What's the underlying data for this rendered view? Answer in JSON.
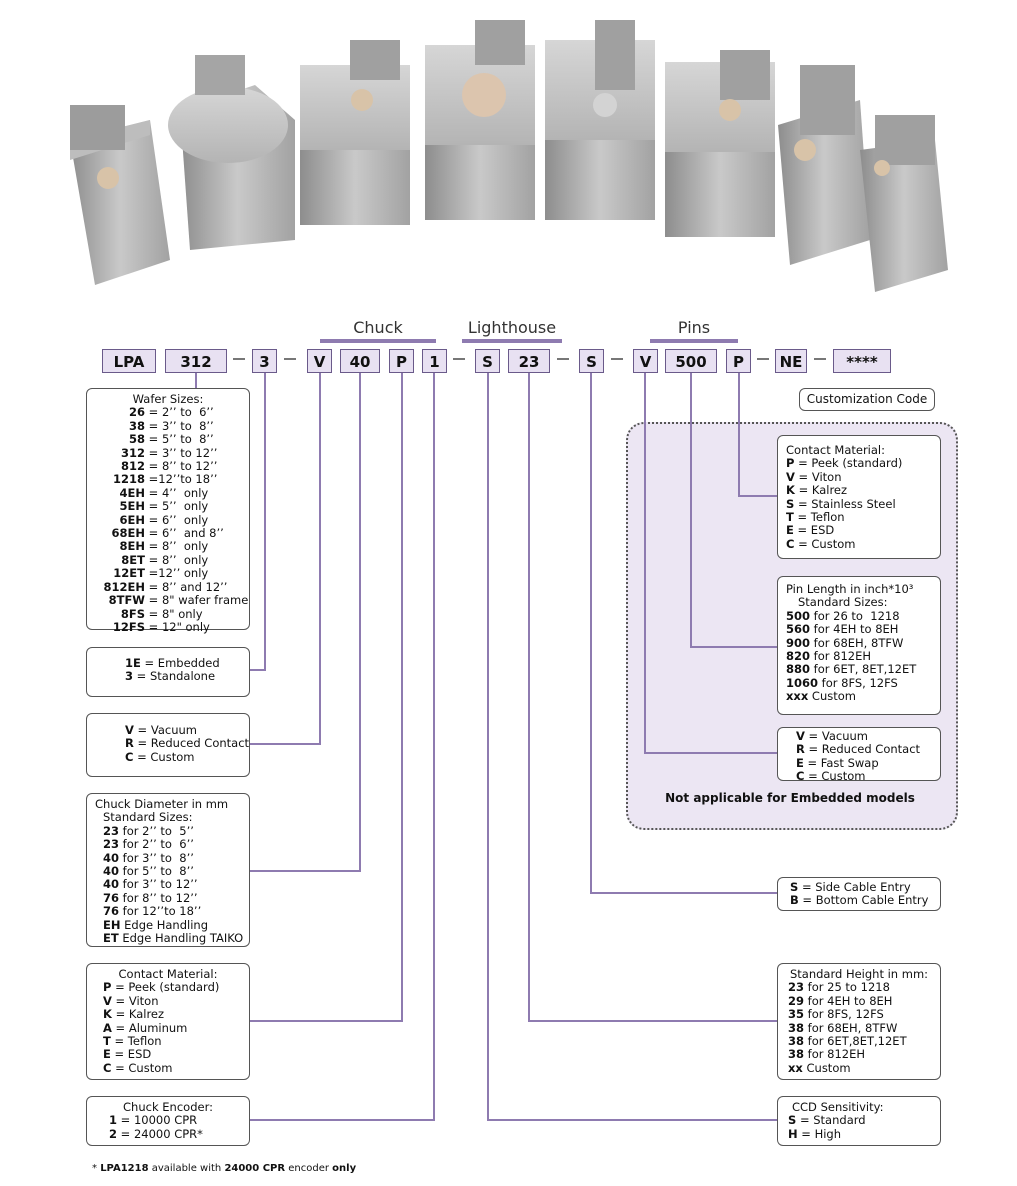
{
  "headers": {
    "chuck": "Chuck",
    "lighthouse": "Lighthouse",
    "pins": "Pins"
  },
  "code_segments": [
    "LPA",
    "312",
    "3",
    "V",
    "40",
    "P",
    "1",
    "S",
    "23",
    "S",
    "V",
    "500",
    "P",
    "NE",
    "****"
  ],
  "customization_label": "Customization Code",
  "wafer_sizes": {
    "title": "Wafer Sizes:",
    "lines": [
      {
        "code": "26",
        "text": " = 2’’ to  6’’"
      },
      {
        "code": "38",
        "text": " = 3’’ to  8’’"
      },
      {
        "code": "58",
        "text": " = 5’’ to  8’’"
      },
      {
        "code": "312",
        "text": " = 3’’ to 12’’"
      },
      {
        "code": "812",
        "text": " = 8’’ to 12’’"
      },
      {
        "code": "1218",
        "text": " =12’’to 18’’"
      },
      {
        "code": "4EH",
        "text": " = 4’’  only"
      },
      {
        "code": "5EH",
        "text": " = 5’’  only"
      },
      {
        "code": "6EH",
        "text": " = 6’’  only"
      },
      {
        "code": "68EH",
        "text": " = 6’’  and 8’’"
      },
      {
        "code": "8EH",
        "text": " = 8’’  only"
      },
      {
        "code": "8ET",
        "text": " = 8’’  only"
      },
      {
        "code": "12ET",
        "text": " =12’’ only"
      },
      {
        "code": "812EH",
        "text": " = 8’’ and 12’’"
      },
      {
        "code": "8TFW",
        "text": " = 8\" wafer frame"
      },
      {
        "code": "8FS",
        "text": " = 8\" only"
      },
      {
        "code": "12FS",
        "text": " = 12\" only"
      }
    ]
  },
  "model_type": {
    "lines": [
      {
        "code": "1E",
        "text": " = Embedded"
      },
      {
        "code": "3",
        "text": " = Standalone"
      }
    ]
  },
  "chuck_type": {
    "lines": [
      {
        "code": "V",
        "text": " = Vacuum"
      },
      {
        "code": "R",
        "text": " = Reduced Contact"
      },
      {
        "code": "C",
        "text": " = Custom"
      }
    ]
  },
  "chuck_diameter": {
    "title": "Chuck Diameter in mm",
    "subtitle": "Standard Sizes:",
    "lines": [
      {
        "code": "23",
        "text": " for 2’’ to  5’’"
      },
      {
        "code": "23",
        "text": " for 2’’ to  6’’"
      },
      {
        "code": "40",
        "text": " for 3’’ to  8’’"
      },
      {
        "code": "40",
        "text": " for 5’’ to  8’’"
      },
      {
        "code": "40",
        "text": " for 3’’ to 12’’"
      },
      {
        "code": "76",
        "text": " for 8’’ to 12’’"
      },
      {
        "code": "76",
        "text": " for 12’’to 18’’"
      },
      {
        "code": "EH",
        "text": " Edge Handling"
      },
      {
        "code": "ET",
        "text": " Edge Handling TAIKO"
      }
    ]
  },
  "chuck_contact": {
    "title": "Contact Material:",
    "lines": [
      {
        "code": "P",
        "text": " = Peek (standard)"
      },
      {
        "code": "V",
        "text": " = Viton"
      },
      {
        "code": "K",
        "text": " = Kalrez"
      },
      {
        "code": "A",
        "text": " = Aluminum"
      },
      {
        "code": "T",
        "text": " = Teflon"
      },
      {
        "code": "E",
        "text": " = ESD"
      },
      {
        "code": "C",
        "text": " = Custom"
      }
    ]
  },
  "chuck_encoder": {
    "title": "Chuck Encoder:",
    "lines": [
      {
        "code": "1",
        "text": " = 10000 CPR"
      },
      {
        "code": "2",
        "text": " = 24000 CPR*"
      }
    ]
  },
  "pin_contact": {
    "title": "Contact Material:",
    "lines": [
      {
        "code": "P",
        "text": " = Peek (standard)"
      },
      {
        "code": "V",
        "text": " = Viton"
      },
      {
        "code": "K",
        "text": " = Kalrez"
      },
      {
        "code": "S",
        "text": " = Stainless Steel"
      },
      {
        "code": "T",
        "text": " = Teflon"
      },
      {
        "code": "E",
        "text": " = ESD"
      },
      {
        "code": "C",
        "text": " = Custom"
      }
    ]
  },
  "pin_length": {
    "title": "Pin Length in inch*10³",
    "subtitle": "Standard Sizes:",
    "lines": [
      {
        "code": "500",
        "text": " for 26 to  1218"
      },
      {
        "code": "560",
        "text": " for 4EH to 8EH"
      },
      {
        "code": "900",
        "text": " for 68EH, 8TFW"
      },
      {
        "code": "820",
        "text": " for 812EH"
      },
      {
        "code": "880",
        "text": " for 6ET, 8ET,12ET"
      },
      {
        "code": "1060",
        "text": " for 8FS, 12FS"
      },
      {
        "code": "xxx",
        "text": " Custom"
      }
    ]
  },
  "pin_type": {
    "lines": [
      {
        "code": "V",
        "text": " = Vacuum"
      },
      {
        "code": "R",
        "text": " = Reduced Contact"
      },
      {
        "code": "E",
        "text": " = Fast Swap"
      },
      {
        "code": "C",
        "text": " = Custom"
      }
    ]
  },
  "not_applicable": "Not applicable for Embedded models",
  "cable_entry": {
    "lines": [
      {
        "code": "S",
        "text": " = Side Cable Entry"
      },
      {
        "code": "B",
        "text": " = Bottom Cable Entry"
      }
    ]
  },
  "height": {
    "title": "Standard Height in mm:",
    "lines": [
      {
        "code": "23",
        "text": " for 25 to 1218"
      },
      {
        "code": "29",
        "text": " for 4EH to 8EH"
      },
      {
        "code": "35",
        "text": " for 8FS, 12FS"
      },
      {
        "code": "38",
        "text": " for 68EH, 8TFW"
      },
      {
        "code": "38",
        "text": " for 6ET,8ET,12ET"
      },
      {
        "code": "38",
        "text": " for 812EH"
      },
      {
        "code": "xx",
        "text": " Custom"
      }
    ]
  },
  "ccd": {
    "title": "CCD Sensitivity:",
    "lines": [
      {
        "code": "S",
        "text": " = Standard"
      },
      {
        "code": "H",
        "text": " = High"
      }
    ]
  },
  "footnote": {
    "star": "* ",
    "model": "LPA1218",
    "mid": " available with ",
    "enc": "24000 CPR",
    "mid2": " encoder ",
    "only": "only"
  }
}
